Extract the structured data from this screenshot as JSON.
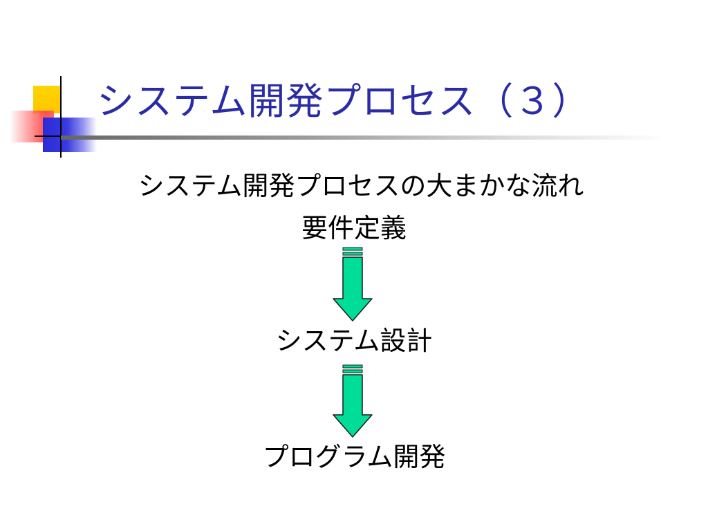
{
  "slide": {
    "title": "システム開発プロセス（３）",
    "subtitle": "システム開発プロセスの大まかな流れ",
    "steps": [
      {
        "label": "要件定義"
      },
      {
        "label": "システム設計"
      },
      {
        "label": "プログラム開発"
      }
    ]
  },
  "colors": {
    "title": "#2b2ba8",
    "arrow_fill": "#00dd99",
    "arrow_stroke": "#1a1a1a",
    "logo_yellow": "#ffd400",
    "logo_red": "#ff4a4a",
    "logo_blue": "#2a2ad8"
  },
  "icons": {
    "flow_arrow": "down-arrow-icon",
    "corner_logo": "template-logo-icon"
  }
}
